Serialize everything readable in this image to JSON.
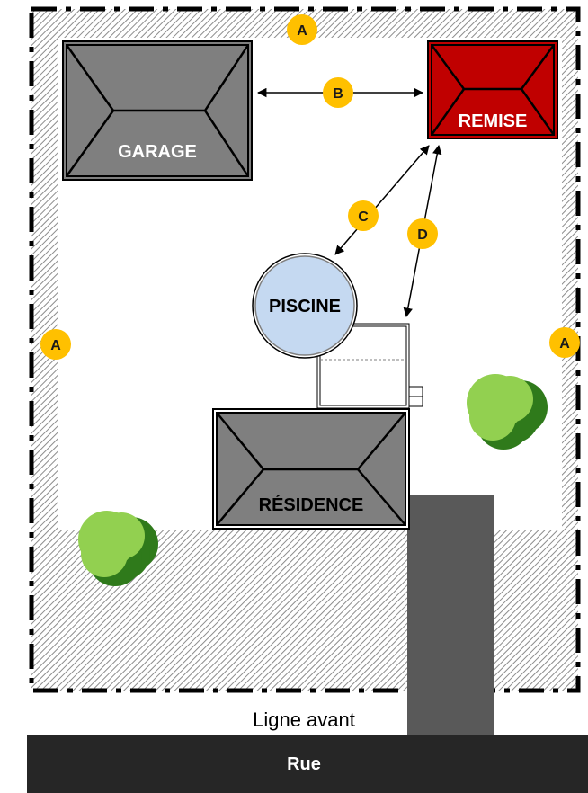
{
  "buildings": {
    "garage": "GARAGE",
    "remise": "REMISE",
    "piscine": "PISCINE",
    "residence": "RÉSIDENCE"
  },
  "markers": {
    "a_top": "A",
    "a_left": "A",
    "a_right": "A",
    "b": "B",
    "c": "C",
    "d": "D"
  },
  "front_line_label": "Ligne avant",
  "street_label": "Rue",
  "colors": {
    "marker": "#ffc000",
    "marker_text": "#1a1a1a",
    "building_gray": "#7f7f7f",
    "remise_red": "#c00000",
    "pool_blue": "#c5d9f1",
    "tree_light": "#92d050",
    "tree_dark": "#2f7a1b",
    "street": "#262626",
    "driveway": "#595959"
  }
}
